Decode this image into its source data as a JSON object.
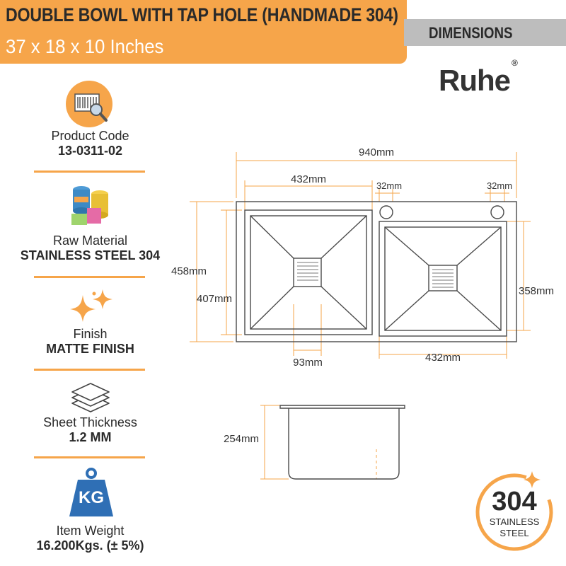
{
  "header": {
    "title": "DOUBLE BOWL WITH TAP HOLE (HANDMADE 304)",
    "subtitle": "37 x 18 x 10 Inches",
    "tab_label": "DIMENSIONS",
    "brand": "Ruhe",
    "brand_mark": "®"
  },
  "features": [
    {
      "label": "Product Code",
      "value": "13-0311-02",
      "icon": "barcode-search-icon"
    },
    {
      "label": "Raw Material",
      "value": "STAINLESS STEEL 304",
      "icon": "steel-drums-icon"
    },
    {
      "label": "Finish",
      "value": "MATTE FINISH",
      "icon": "sparkle-icon"
    },
    {
      "label": "Sheet Thickness",
      "value": "1.2 MM",
      "icon": "stacked-sheets-icon"
    },
    {
      "label": "Item Weight",
      "value": "16.200Kgs. (± 5%)",
      "icon": "kg-weight-icon",
      "icon_text": "KG"
    }
  ],
  "dimensions": {
    "overall_width": "940mm",
    "left_bowl_width": "432mm",
    "right_bowl_width": "432mm",
    "tap_hole_left": "32mm",
    "tap_hole_right": "32mm",
    "overall_depth": "458mm",
    "left_bowl_depth": "407mm",
    "right_bowl_depth": "358mm",
    "drain_width": "93mm",
    "bowl_height": "254mm"
  },
  "badge": {
    "number": "304",
    "line1": "STAINLESS",
    "line2": "STEEL"
  },
  "colors": {
    "accent": "#f6a54a",
    "tab": "#bdbdbd",
    "text": "#2a2a2a",
    "sink_line": "#4a4a4a"
  }
}
